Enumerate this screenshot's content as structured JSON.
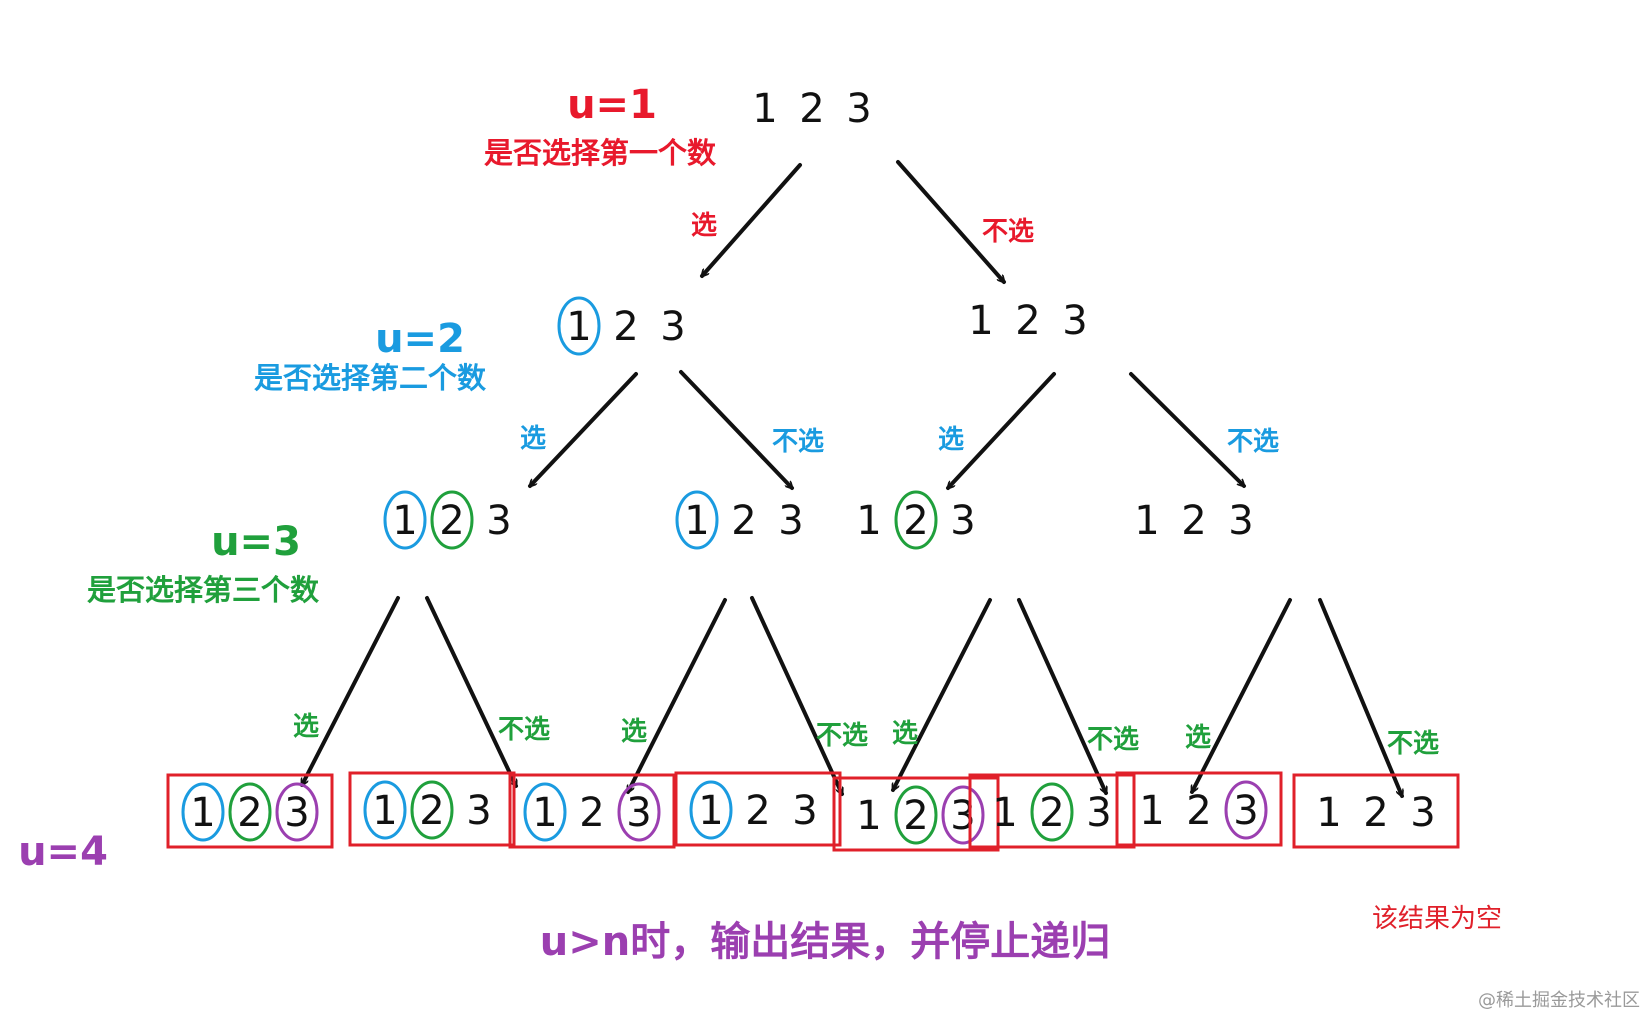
{
  "colors": {
    "u1": "#e8192c",
    "u2": "#1a9be0",
    "u3": "#20a03c",
    "u4": "#9b3fb0",
    "box": "#e0202a",
    "note": "#e0202a",
    "text": "#111111",
    "watermark": "#9a9a9a"
  },
  "levels": [
    {
      "label": "u=1",
      "desc": "是否选择第一个数"
    },
    {
      "label": "u=2",
      "desc": "是否选择第二个数"
    },
    {
      "label": "u=3",
      "desc": "是否选择第三个数"
    },
    {
      "label": "u=4",
      "desc": ""
    }
  ],
  "edge_labels": {
    "select": "选",
    "not_select": "不选"
  },
  "numbers": [
    "1",
    "2",
    "3"
  ],
  "nodes": [
    {
      "level": 0,
      "selected": []
    },
    {
      "level": 1,
      "selected": [
        1
      ]
    },
    {
      "level": 1,
      "selected": []
    },
    {
      "level": 2,
      "selected": [
        1,
        2
      ]
    },
    {
      "level": 2,
      "selected": [
        1
      ]
    },
    {
      "level": 2,
      "selected": [
        2
      ]
    },
    {
      "level": 2,
      "selected": []
    },
    {
      "level": 3,
      "selected": [
        1,
        2,
        3
      ]
    },
    {
      "level": 3,
      "selected": [
        1,
        2
      ]
    },
    {
      "level": 3,
      "selected": [
        1,
        3
      ]
    },
    {
      "level": 3,
      "selected": [
        1
      ]
    },
    {
      "level": 3,
      "selected": [
        2,
        3
      ]
    },
    {
      "level": 3,
      "selected": [
        2
      ]
    },
    {
      "level": 3,
      "selected": [
        3
      ]
    },
    {
      "level": 3,
      "selected": []
    }
  ],
  "footer": "u>n时，输出结果，并停止递归",
  "empty_note": "该结果为空",
  "watermark": "@稀土掘金技术社区"
}
